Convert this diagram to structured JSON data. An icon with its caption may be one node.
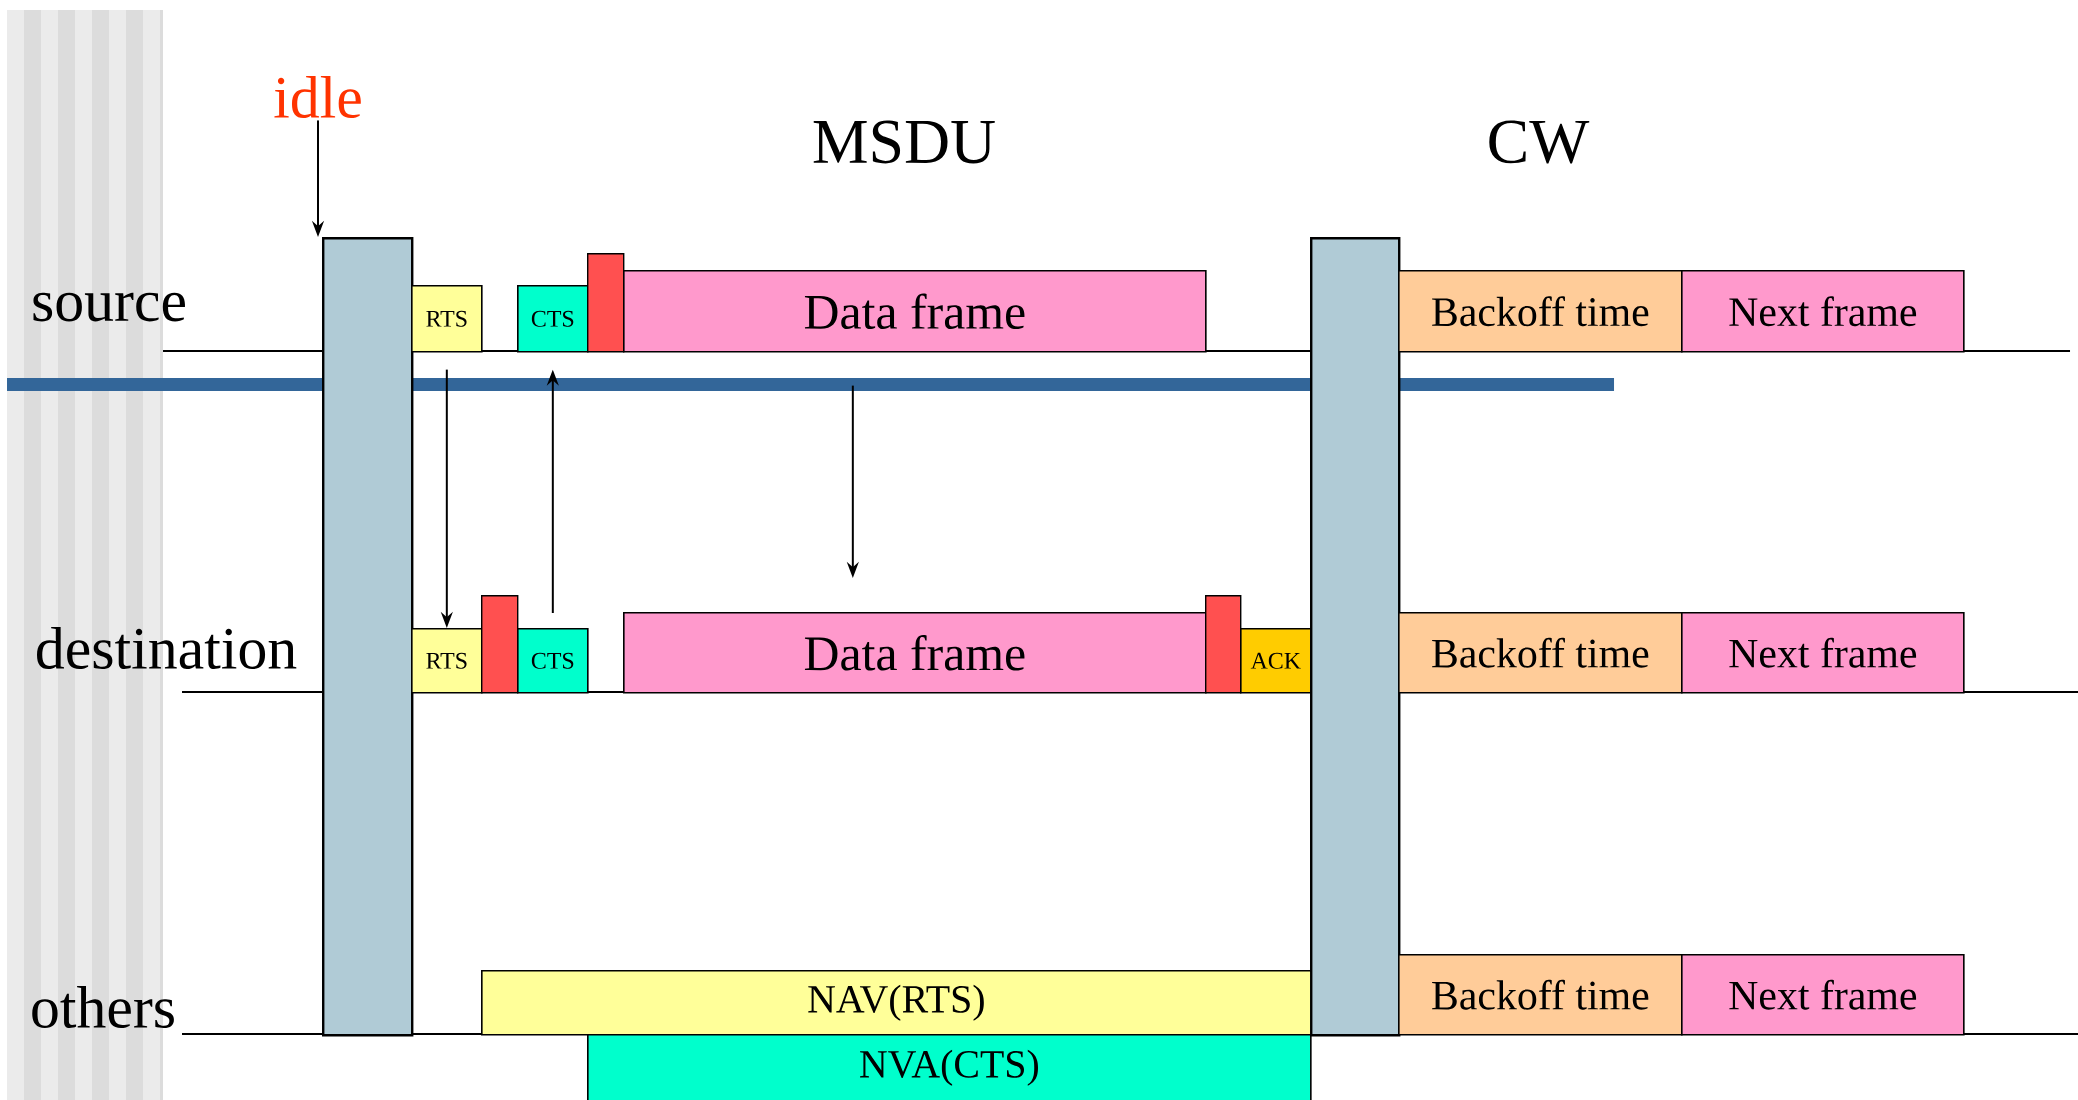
{
  "diagram": {
    "nodes": [
      {
        "text": [
          "idle"
        ]
      },
      {
        "text": [],
        "shape": "box"
      },
      {
        "text": [],
        "shape": "box"
      },
      {
        "text": [
          "RTS"
        ]
      },
      {
        "text": [
          "CTS"
        ]
      },
      {
        "text": [],
        "shape": "bar"
      },
      {
        "text": [
          "Data frame"
        ]
      },
      {
        "text": [
          "Backoff time"
        ]
      },
      {
        "text": [
          "Next frame"
        ]
      },
      {
        "text": [
          "RTS"
        ]
      },
      {
        "text": [],
        "shape": "bar"
      },
      {
        "text": [
          "CTS"
        ]
      },
      {
        "text": [
          "Data frame"
        ]
      },
      {
        "text": [],
        "shape": "bar"
      },
      {
        "text": [
          "ACK"
        ]
      },
      {
        "text": [
          "Backoff time"
        ]
      },
      {
        "text": [
          "Next frame"
        ]
      },
      {
        "text": [
          "Backoff time"
        ]
      },
      {
        "text": [
          "Next frame"
        ]
      },
      {
        "text": [
          "NAV(RTS)"
        ]
      },
      {
        "text": [
          "NVA(CTS)"
        ]
      }
    ],
    "edges": [
      {
        "from": 0,
        "to": 1,
        "arrow": "to"
      },
      {
        "from": 3,
        "to": 9,
        "arrow": "to"
      },
      {
        "from": 11,
        "to": 4,
        "arrow": "to"
      },
      {
        "from": 6,
        "to": 12,
        "arrow": "to"
      }
    ],
    "labels": [
      "MSDU",
      "CW",
      "source",
      "destination",
      "others"
    ]
  }
}
